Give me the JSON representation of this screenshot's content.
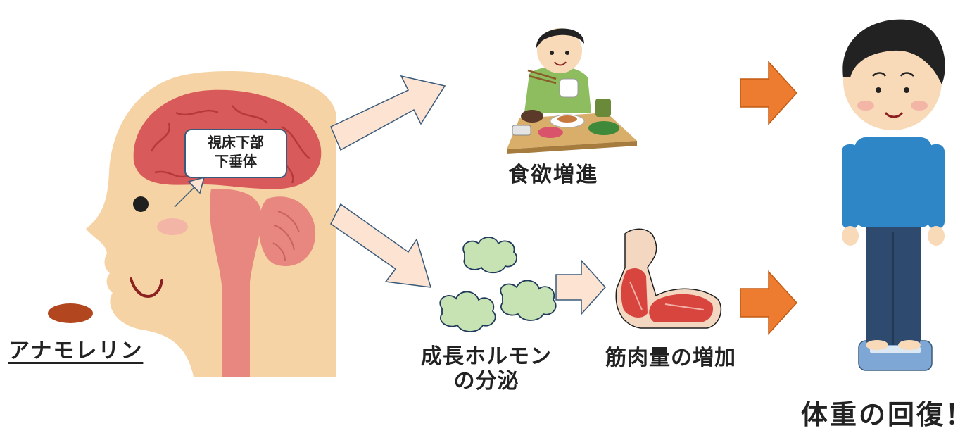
{
  "brain_label": {
    "line1": "視床下部",
    "line2": "下垂体"
  },
  "drug": {
    "name": "アナモレリン"
  },
  "appetite": {
    "label": "食欲増進"
  },
  "growth_hormone": {
    "line1": "成長ホルモン",
    "line2": "の分泌"
  },
  "muscle": {
    "label": "筋肉量の増加"
  },
  "result": {
    "label": "体重の回復！"
  },
  "colors": {
    "skin": "#F6D3A4",
    "brain": "#D85A5A",
    "brainstem": "#E8877F",
    "arrow_light": "#FCE3D2",
    "arrow_orange": "#EE7C30",
    "pill": "#B2471F",
    "hormone": "#C7E3B3",
    "shirt": "#2F86C6",
    "pants": "#2E4A6E",
    "scale": "#7FA7D6"
  }
}
